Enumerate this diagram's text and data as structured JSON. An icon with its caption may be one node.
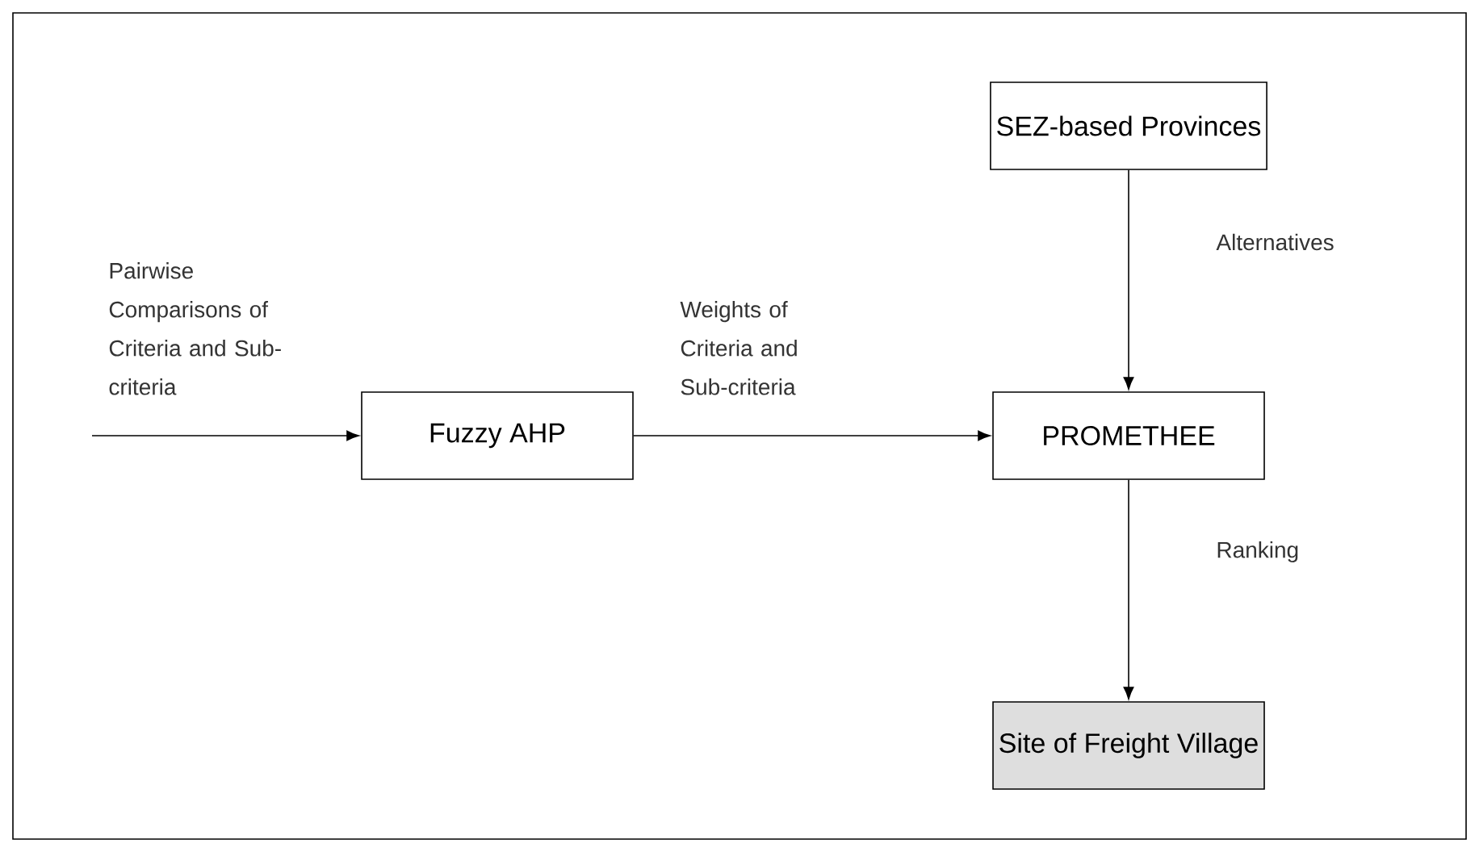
{
  "diagram": {
    "nodes": [
      {
        "text": [
          "SEZ-based Provinces"
        ]
      },
      {
        "text": [
          "Fuzzy AHP"
        ]
      },
      {
        "text": [
          "PROMETHEE"
        ]
      },
      {
        "text": [
          "Site of Freight Village"
        ]
      }
    ],
    "edges": [
      {
        "from": null,
        "to": 1,
        "arrow": "to",
        "label": "Pairwise Comparisons of Criteria and Sub-criteria"
      },
      {
        "from": 1,
        "to": 2,
        "arrow": "to",
        "label": "Weights of Criteria and Sub-criteria"
      },
      {
        "from": 0,
        "to": 2,
        "arrow": "to",
        "label": "Alternatives"
      },
      {
        "from": 2,
        "to": 3,
        "arrow": "to",
        "label": "Ranking"
      }
    ]
  }
}
